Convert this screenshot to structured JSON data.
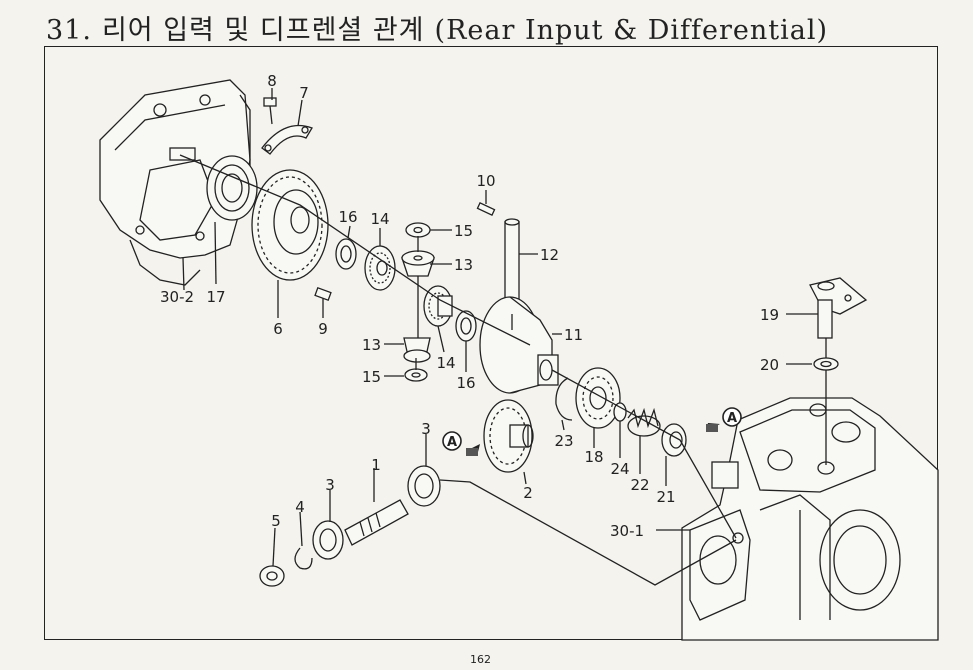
{
  "header": {
    "section_number": "31.",
    "title_korean": "리어 입력 및 디프렌셜 관계",
    "title_english": "(Rear Input & Differential)"
  },
  "page_number": "162",
  "diagram": {
    "view_marker": "A",
    "part_labels": [
      "1",
      "2",
      "3",
      "3",
      "4",
      "5",
      "6",
      "7",
      "8",
      "9",
      "10",
      "11",
      "12",
      "13",
      "13",
      "14",
      "14",
      "15",
      "15",
      "16",
      "16",
      "17",
      "18",
      "19",
      "20",
      "21",
      "22",
      "23",
      "24",
      "30-1",
      "30-2"
    ]
  }
}
